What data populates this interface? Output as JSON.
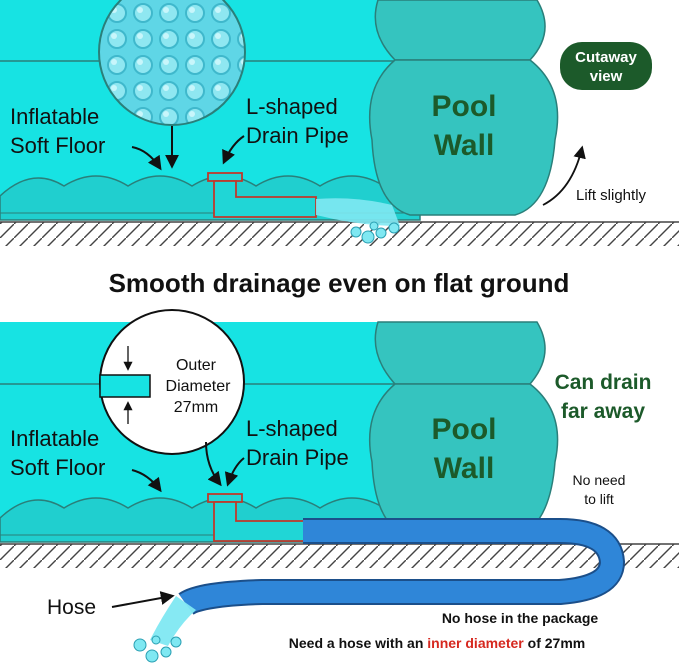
{
  "top_panel": {
    "badge": [
      "Cutaway",
      "view"
    ],
    "floor_label": [
      "Inflatable",
      "Soft Floor"
    ],
    "pipe_label": [
      "L-shaped",
      "Drain Pipe"
    ],
    "wall_label": [
      "Pool",
      "Wall"
    ],
    "lift_note": "Lift slightly"
  },
  "headline": "Smooth drainage even on flat ground",
  "bottom_panel": {
    "diameter_label": [
      "Outer",
      "Diameter",
      "27mm"
    ],
    "floor_label": [
      "Inflatable",
      "Soft Floor"
    ],
    "pipe_label": [
      "L-shaped",
      "Drain Pipe"
    ],
    "wall_label": [
      "Pool",
      "Wall"
    ],
    "far_note": [
      "Can drain",
      "far away"
    ],
    "no_lift_note": [
      "No need",
      "to lift"
    ],
    "hose_label": "Hose",
    "package_note": "No hose in the package",
    "requirement": {
      "before": "Need a hose with an ",
      "highlight": "inner diameter",
      "after": " of 27mm"
    }
  },
  "colors": {
    "water": "#17e3e3",
    "floor": "#20cfcf",
    "wall": "#35c4bf",
    "outline": "#2a7f7a",
    "pipe_outline": "#c0392b",
    "hose": "#2f86d8",
    "dark_green": "#1c5a2a",
    "highlight": "#d6281f"
  }
}
